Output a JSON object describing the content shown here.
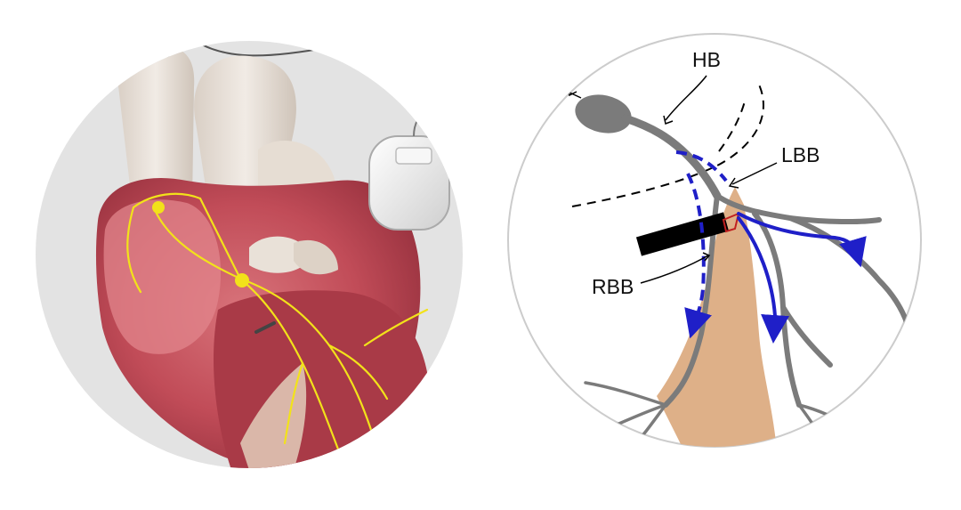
{
  "left_illustration": {
    "subject": "heart-with-pacemaker",
    "colors": {
      "background_circle": "#e3e3e3",
      "myocardium": "#c9545e",
      "myocardium_light": "#e89a9f",
      "vessel": "#e8dfd6",
      "conduction": "#f2e21a",
      "device": "#eeeeee"
    }
  },
  "right_diagram": {
    "labels": {
      "hb": "HB",
      "lbb": "LBB",
      "rbb": "RBB"
    },
    "colors": {
      "conduction": "#7b7b7b",
      "septum": "#deb088",
      "activation_arrow": "#1f1fc8",
      "lead": "#000000",
      "border": "#cccccc"
    }
  }
}
